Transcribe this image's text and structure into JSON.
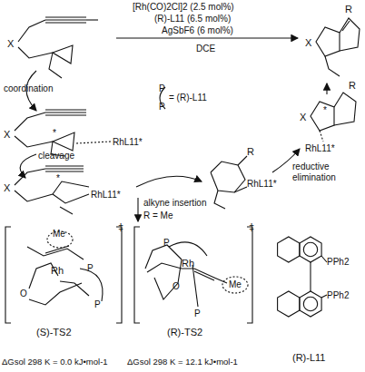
{
  "diagram": {
    "labels": [
      "[Rh(CO)2Cl]2 (2.5 mol%)",
      "(R)-L11 (6.5 mol%)",
      "AgSbF6 (6 mol%)",
      "DCE",
      "X",
      "R",
      "X",
      "coordination",
      "P",
      "P",
      "= (R)-L11",
      "X",
      "RhL11*",
      "*",
      "R",
      "X",
      "*",
      "RhL11*",
      "cleavage",
      "X",
      "*",
      "RhL11*",
      "R",
      "RhL11*",
      "reductive elimination",
      "alkyne insertion",
      "R = Me",
      "Me",
      "‡",
      "Rh",
      "P",
      "P",
      "O",
      "Me",
      "‡",
      "Rh",
      "P",
      "P",
      "O",
      "(S)-TS2",
      "(R)-TS2",
      "ΔGsol 298 K = 0.0 kJ•mol-1",
      "ΔGsol 298 K = 12.1 kJ•mol-1",
      "PPh2",
      "PPh2",
      "(R)-L11"
    ]
  }
}
